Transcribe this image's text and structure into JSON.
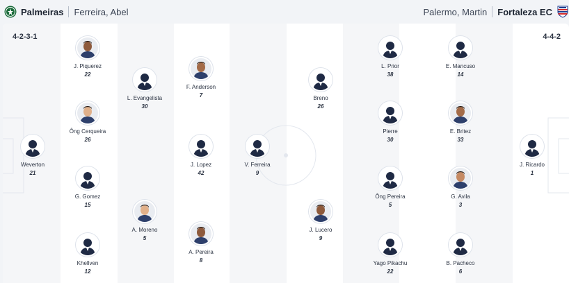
{
  "home": {
    "team": "Palmeiras",
    "coach": "Ferreira, Abel",
    "formation": "4-2-3-1",
    "crest_icon": "palmeiras-crest-icon",
    "color": "#1a6b3a",
    "players": [
      {
        "name": "Weverton",
        "number": "21",
        "photo": false
      },
      {
        "name": "J. Piquerez",
        "number": "22",
        "photo": true
      },
      {
        "name": "Ông Cerqueira",
        "number": "26",
        "photo": true
      },
      {
        "name": "G. Gomez",
        "number": "15",
        "photo": false
      },
      {
        "name": "Khellven",
        "number": "12",
        "photo": false
      },
      {
        "name": "L. Evangelista",
        "number": "30",
        "photo": false
      },
      {
        "name": "A. Moreno",
        "number": "5",
        "photo": true
      },
      {
        "name": "F. Anderson",
        "number": "7",
        "photo": true
      },
      {
        "name": "J. Lopez",
        "number": "42",
        "photo": false
      },
      {
        "name": "A. Pereira",
        "number": "8",
        "photo": true
      },
      {
        "name": "V. Ferreira",
        "number": "9",
        "photo": false
      }
    ]
  },
  "away": {
    "team": "Fortaleza EC",
    "coach": "Palermo, Martin",
    "formation": "4-4-2",
    "crest_icon": "fortaleza-crest-icon",
    "color": "#1d3c8f",
    "players": [
      {
        "name": "Breno",
        "number": "26",
        "photo": false
      },
      {
        "name": "J. Lucero",
        "number": "9",
        "photo": true
      },
      {
        "name": "L. Prior",
        "number": "38",
        "photo": false
      },
      {
        "name": "Pierre",
        "number": "30",
        "photo": false
      },
      {
        "name": "Ông Pereira",
        "number": "5",
        "photo": false
      },
      {
        "name": "Yago Pikachu",
        "number": "22",
        "photo": false
      },
      {
        "name": "E. Mancuso",
        "number": "14",
        "photo": false
      },
      {
        "name": "E. Britez",
        "number": "33",
        "photo": true
      },
      {
        "name": "G. Avila",
        "number": "3",
        "photo": true
      },
      {
        "name": "B. Pacheco",
        "number": "6",
        "photo": false
      },
      {
        "name": "J. Ricardo",
        "number": "1",
        "photo": false
      }
    ]
  }
}
